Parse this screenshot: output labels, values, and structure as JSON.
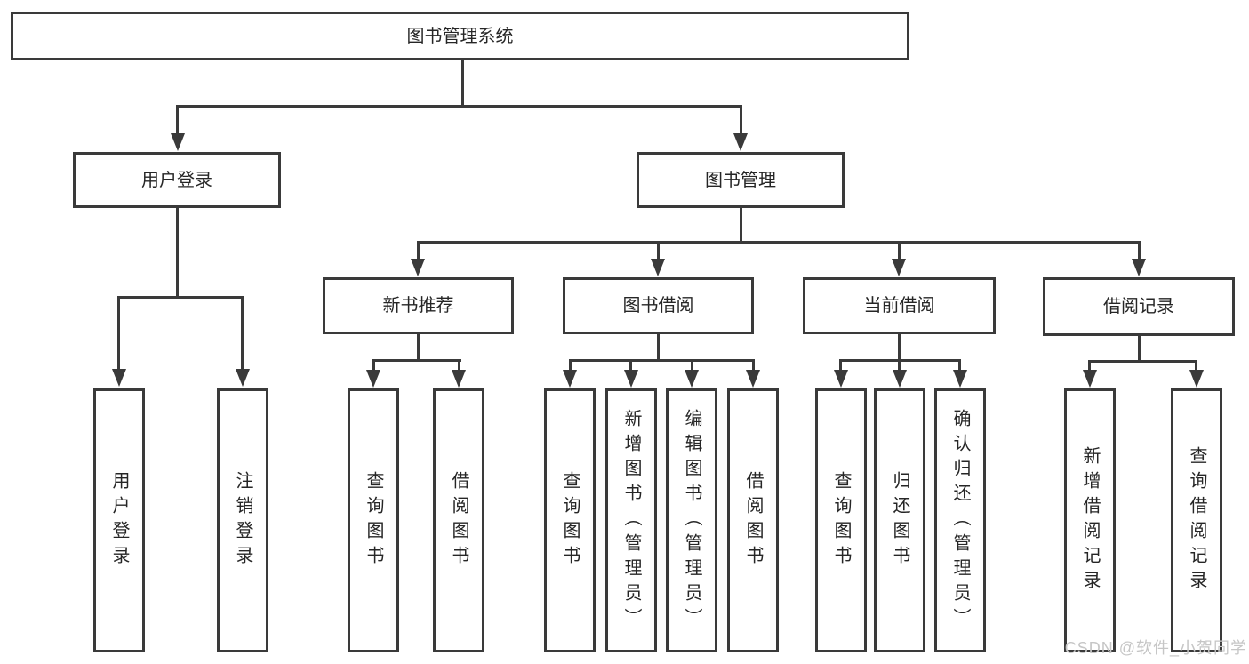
{
  "diagram": {
    "title": "图书管理系统",
    "level2": [
      {
        "label": "用户登录"
      },
      {
        "label": "图书管理"
      }
    ],
    "level3": [
      {
        "label": "新书推荐",
        "parent": "图书管理"
      },
      {
        "label": "图书借阅",
        "parent": "图书管理"
      },
      {
        "label": "当前借阅",
        "parent": "图书管理"
      },
      {
        "label": "借阅记录",
        "parent": "图书管理"
      }
    ],
    "leaves": [
      {
        "label": "用户登录",
        "parent": "用户登录"
      },
      {
        "label": "注销登录",
        "parent": "用户登录"
      },
      {
        "label": "查询图书",
        "parent": "新书推荐"
      },
      {
        "label": "借阅图书",
        "parent": "新书推荐"
      },
      {
        "label": "查询图书",
        "parent": "图书借阅"
      },
      {
        "label": "新增图书（管理员）",
        "parent": "图书借阅"
      },
      {
        "label": "编辑图书（管理员）",
        "parent": "图书借阅"
      },
      {
        "label": "借阅图书",
        "parent": "图书借阅"
      },
      {
        "label": "查询图书",
        "parent": "当前借阅"
      },
      {
        "label": "归还图书",
        "parent": "当前借阅"
      },
      {
        "label": "确认归还（管理员）",
        "parent": "当前借阅"
      },
      {
        "label": "新增借阅记录",
        "parent": "借阅记录"
      },
      {
        "label": "查询借阅记录",
        "parent": "借阅记录"
      }
    ]
  },
  "watermark": "CSDN @软件_小贺同学",
  "colors": {
    "line": "#3a3a3a",
    "text": "#262626",
    "background": "#ffffff",
    "watermark": "#c6c6c6"
  }
}
